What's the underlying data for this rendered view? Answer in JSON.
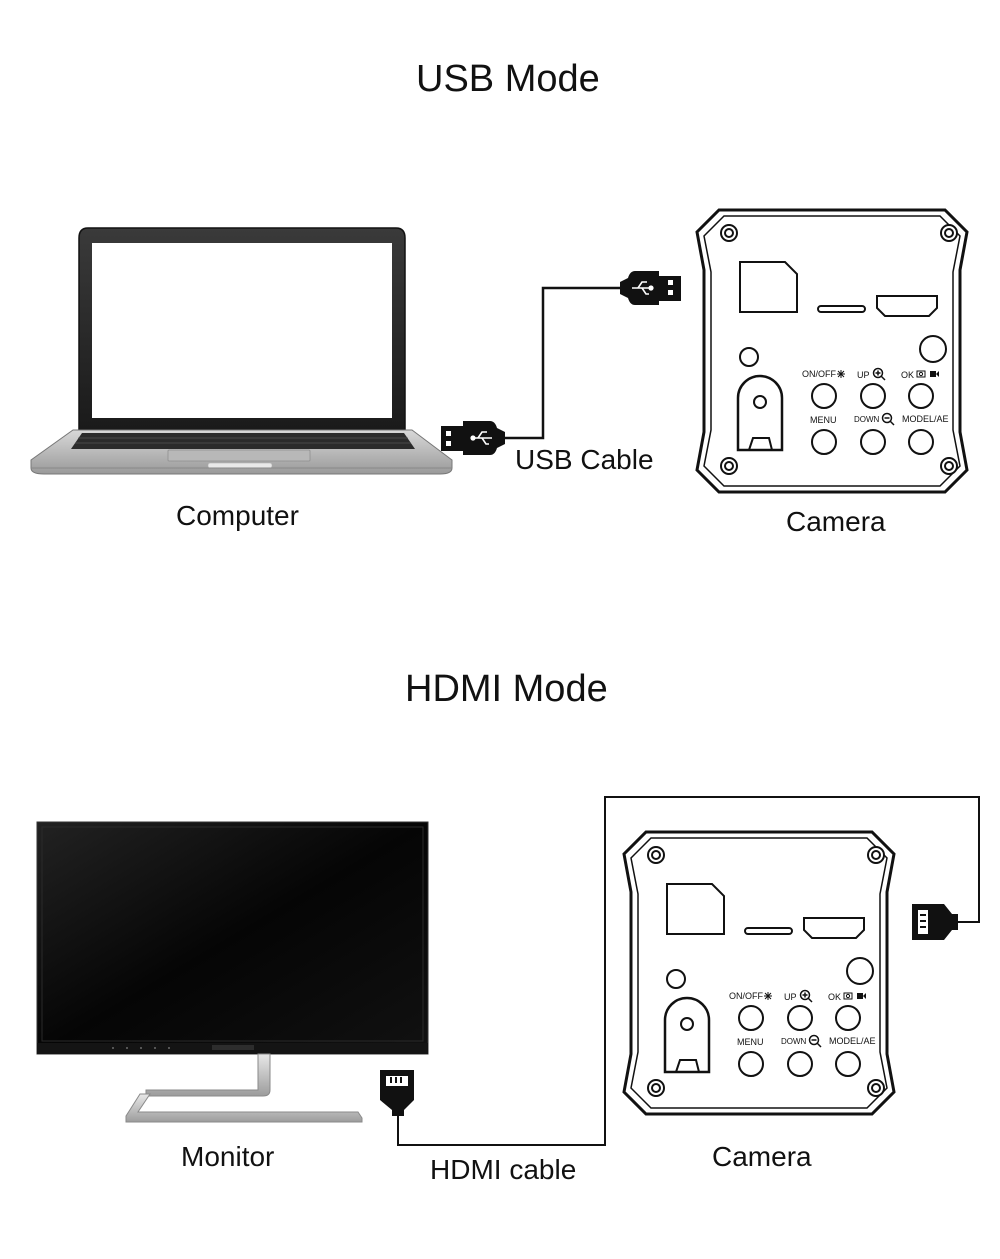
{
  "usb_section": {
    "title": "USB Mode",
    "computer_label": "Computer",
    "cable_label": "USB Cable",
    "camera_label": "Camera"
  },
  "hdmi_section": {
    "title": "HDMI Mode",
    "monitor_label": "Monitor",
    "cable_label": "HDMI cable",
    "camera_label": "Camera"
  },
  "camera_buttons": {
    "on_off": "ON/OFF",
    "up": "UP",
    "ok": "OK",
    "menu": "MENU",
    "down": "DOWN",
    "model_ae": "MODEL/AE"
  },
  "icons": {
    "usb": "usb-trident-icon",
    "zoom_in": "zoom-in-icon",
    "zoom_out": "zoom-out-icon",
    "snowflake": "snowflake-icon",
    "camera": "camera-icon",
    "video": "video-icon"
  }
}
